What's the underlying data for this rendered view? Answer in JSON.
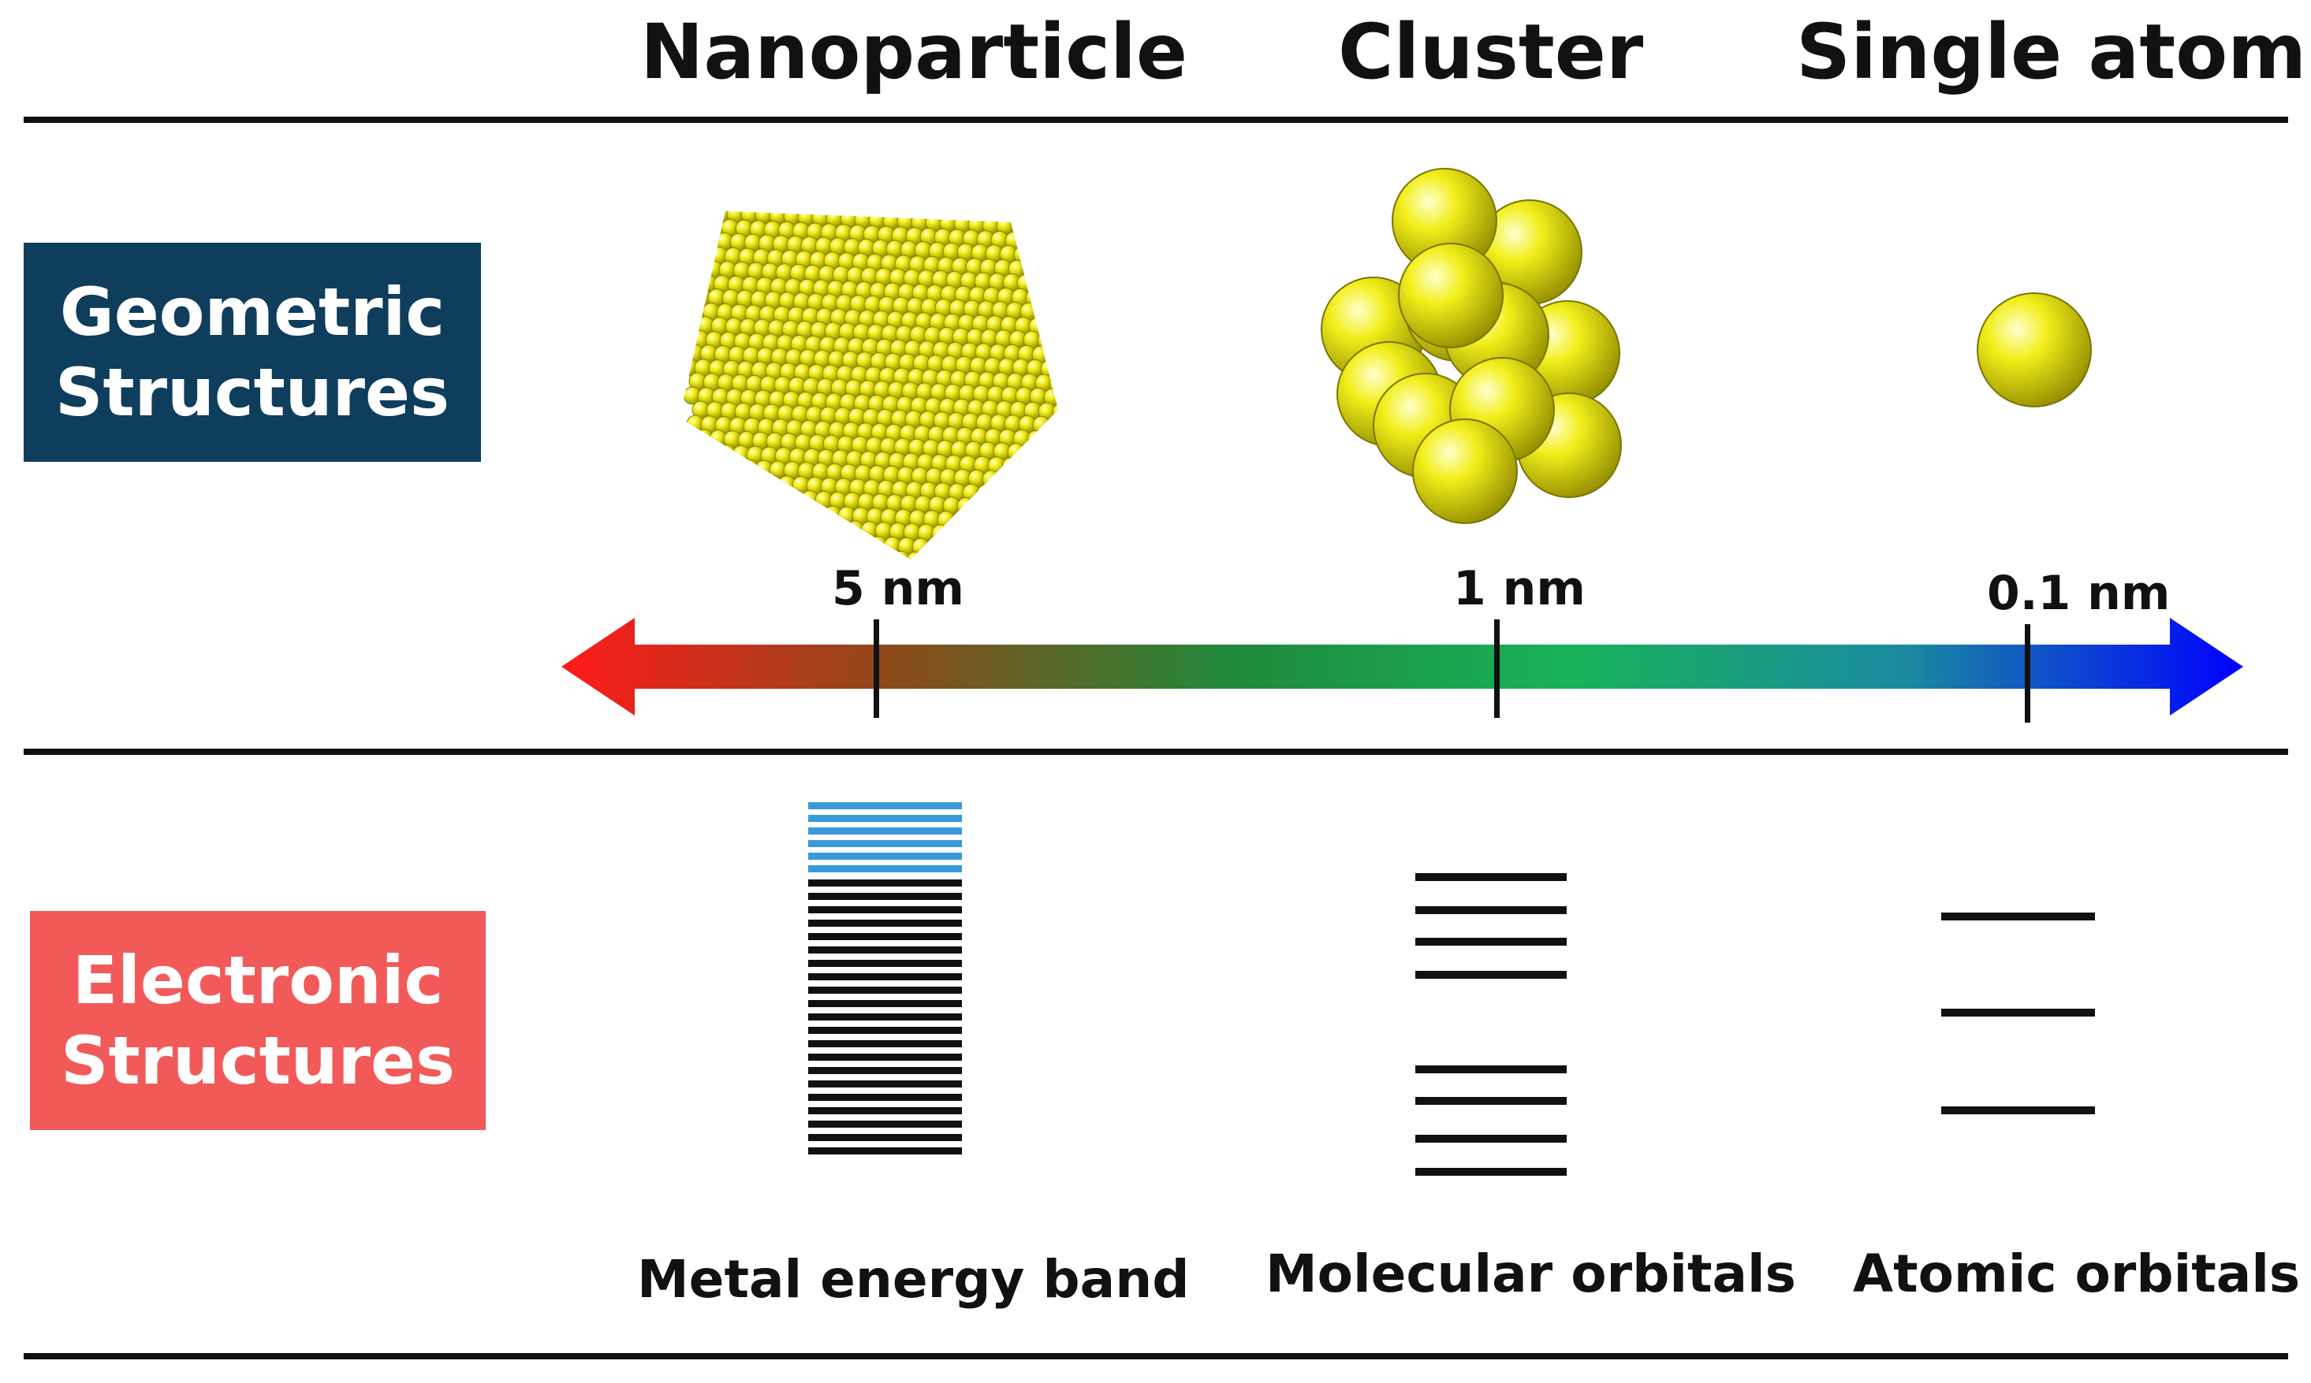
{
  "columns": {
    "nanoparticle": "Nanoparticle",
    "cluster": "Cluster",
    "single_atom": "Single atom"
  },
  "rows": {
    "geometric": {
      "line1": "Geometric",
      "line2": "Structures",
      "color": "#0f3d5c"
    },
    "electronic": {
      "line1": "Electronic",
      "line2": "Structures",
      "color": "#f25a5a"
    }
  },
  "scale": {
    "ticks": [
      "5 nm",
      "1 nm",
      "0.1 nm"
    ],
    "gradient": [
      "#ff1a1a",
      "#8a4a1a",
      "#1f8a3a",
      "#18b25a",
      "#1a8aa0",
      "#0000ff"
    ]
  },
  "captions": {
    "band": "Metal energy band",
    "molecular": "Molecular orbitals",
    "atomic": "Atomic orbitals"
  },
  "colors": {
    "atom_fill": "#f2ef1a",
    "band_empty": "#3a9ad9",
    "band_filled": "#111111"
  },
  "icons": [
    "nanoparticle-icon",
    "cluster-icon",
    "single-atom-icon"
  ]
}
